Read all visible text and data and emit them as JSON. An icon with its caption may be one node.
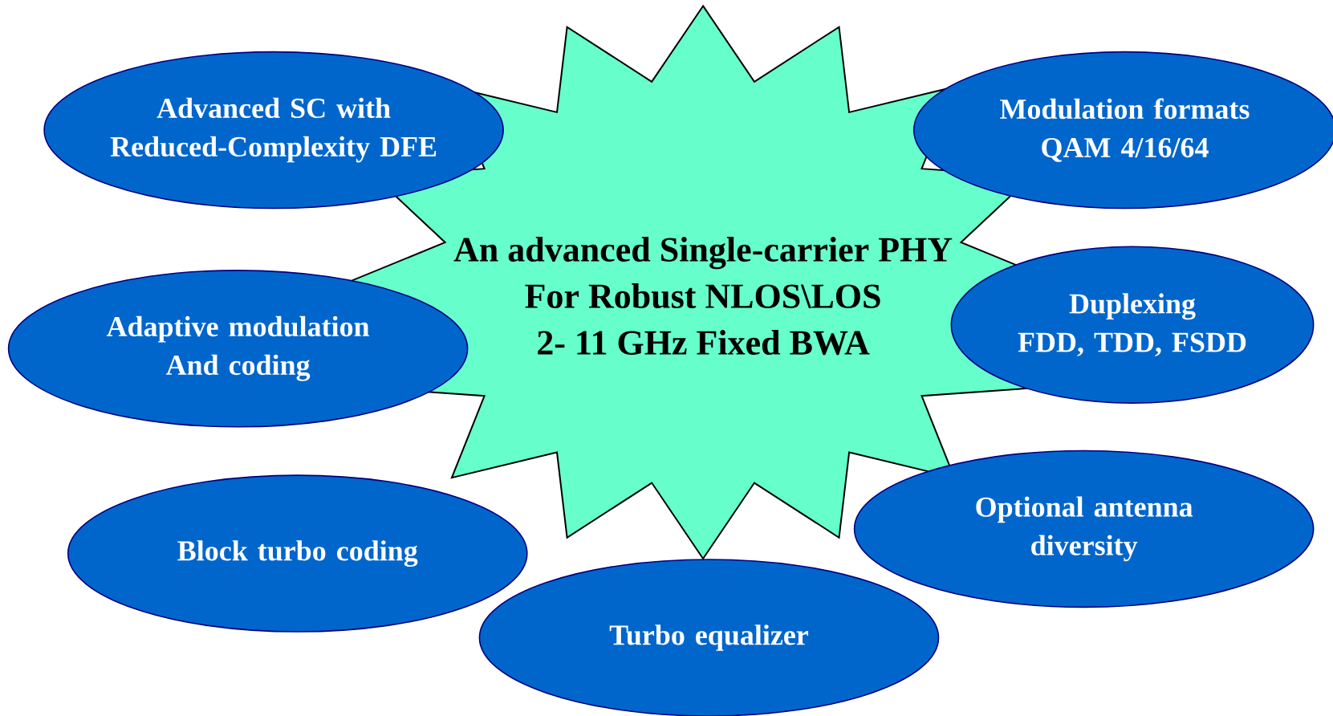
{
  "diagram": {
    "nodes": [
      {
        "text": [
          "An advanced Single-carrier PHY",
          "For Robust NLOS\\LOS",
          "2- 11 GHz Fixed BWA"
        ]
      },
      {
        "text": [
          "Advanced SC with Reduced-Complexity DFE"
        ]
      },
      {
        "text": [
          "Modulation formats",
          "QAM 4/16/64"
        ]
      },
      {
        "text": [
          "Adaptive modulation And coding"
        ]
      },
      {
        "text": [
          "Duplexing",
          "FDD, TDD, FSDD"
        ]
      },
      {
        "text": [
          "Block turbo coding"
        ]
      },
      {
        "text": [
          "Optional antenna diversity"
        ]
      },
      {
        "text": [
          "Turbo equalizer"
        ]
      }
    ]
  }
}
